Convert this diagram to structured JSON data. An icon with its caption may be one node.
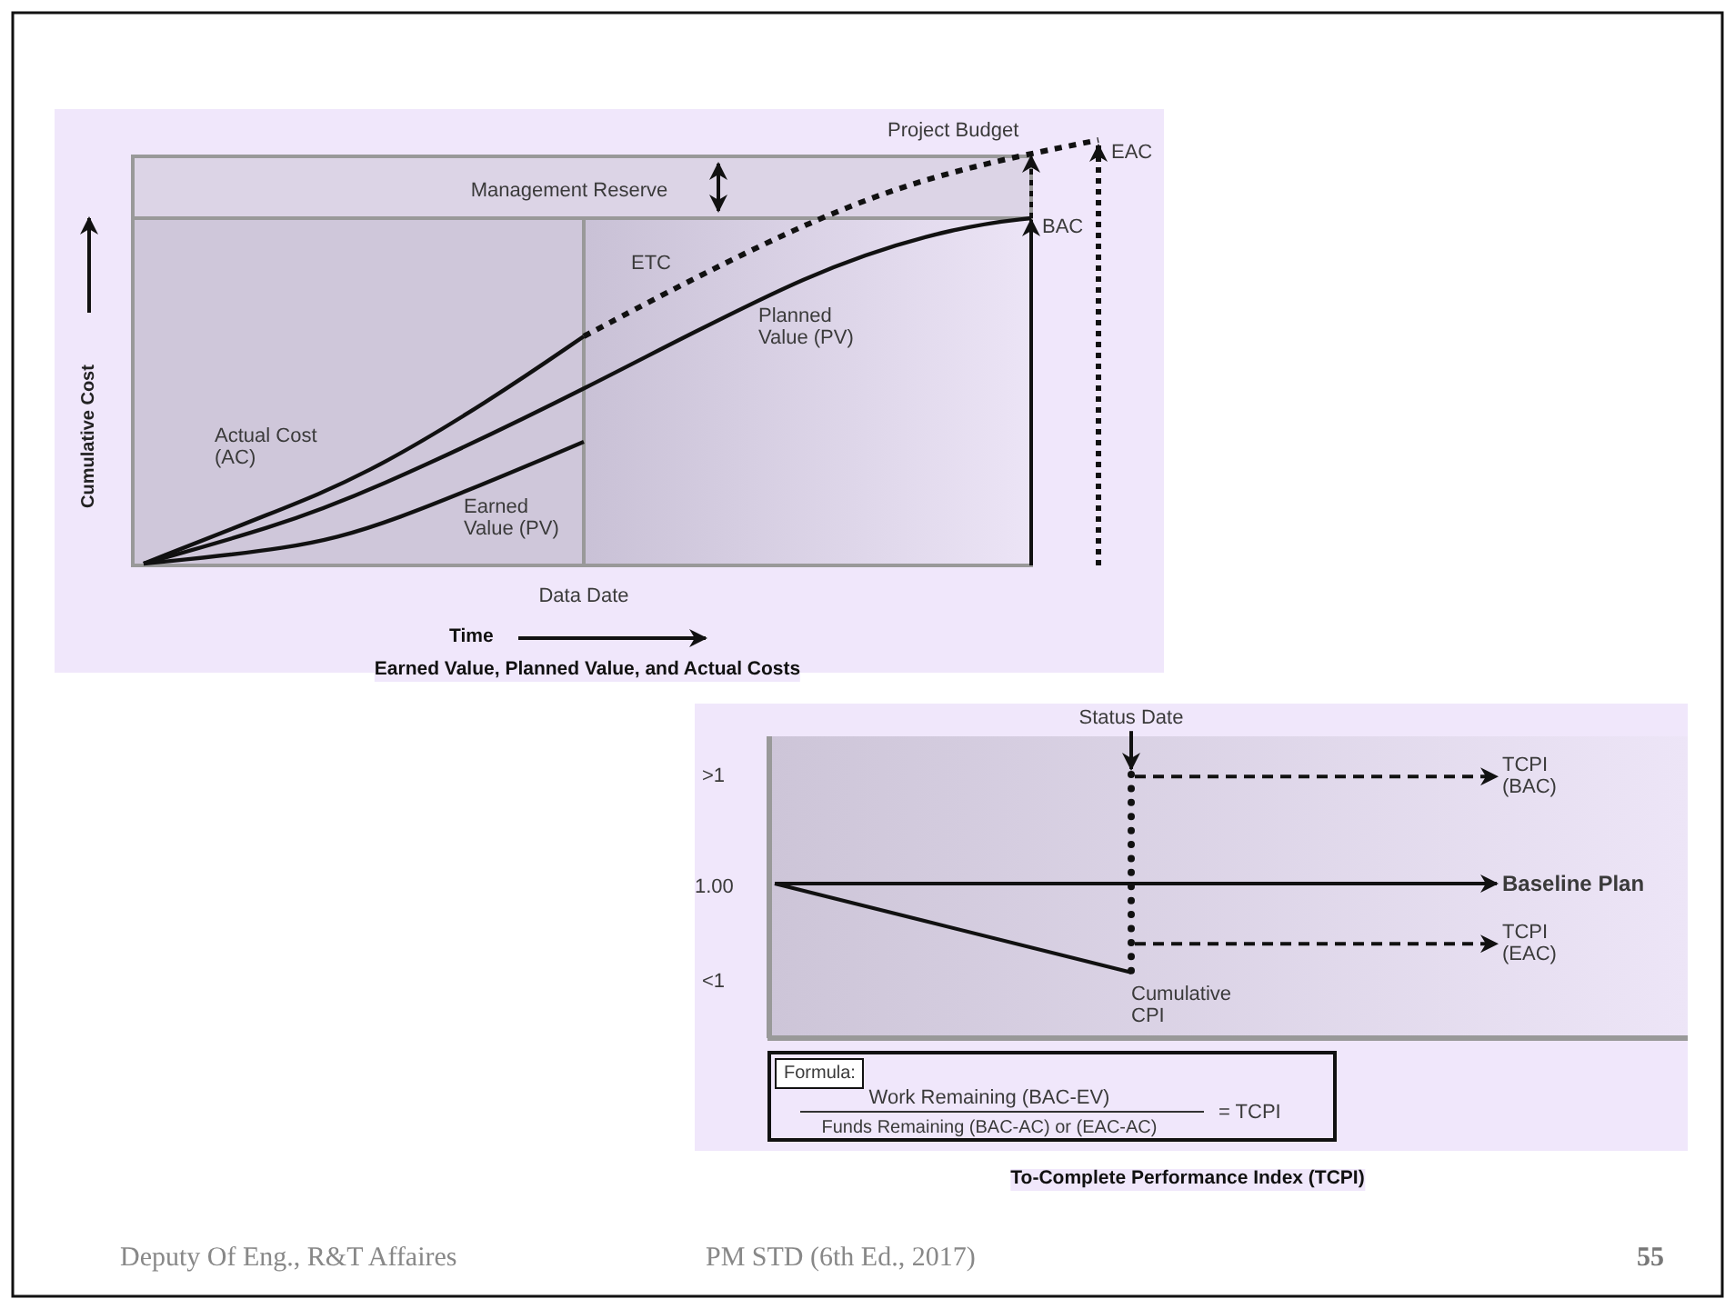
{
  "diagram": {
    "nodes": [
      {
        "text": [
          "Status Date"
        ]
      },
      {
        "text": [
          "TCPI (BAC)"
        ]
      },
      {
        "text": [
          "Baseline Plan"
        ]
      },
      {
        "text": [
          "TCPI (EAC)"
        ]
      },
      {
        "text": [
          "Work Remaining (BAC-EV)",
          "Funds Remaining (BAC-AC) or (EAC-AC)",
          "= TCPI"
        ]
      },
      {
        "text": [
          "Formula:"
        ],
        "in": 4
      },
      {
        "text": [],
        "shape": "bar"
      }
    ],
    "edges": [
      {
        "from": 0,
        "to": 6,
        "arrow": "to"
      },
      {
        "from": 6,
        "to": 1,
        "arrow": "to",
        "style": "dashed"
      },
      {
        "from": null,
        "to": 2,
        "arrow": "to"
      },
      {
        "from": 6,
        "to": 3,
        "arrow": "to",
        "style": "dashed"
      },
      {
        "from": null,
        "to": 6,
        "arrow": "none"
      }
    ],
    "labels": [
      "Project Budget",
      "Management Reserve",
      "EAC",
      "BAC",
      "Cumulative Cost",
      "ETC",
      "Planned Value (PV)",
      "Actual Cost (AC)",
      "Earned Value (PV)",
      "Data Date",
      "Time",
      "Earned Value, Planned Value, and Actual Costs",
      ">1",
      "1.00",
      "<1",
      "Cumulative CPI",
      "To-Complete Performance Index (TCPI)",
      "Deputy Of Eng., R&T Affaires",
      "PM STD (6th Ed., 2017)",
      "55"
    ]
  }
}
